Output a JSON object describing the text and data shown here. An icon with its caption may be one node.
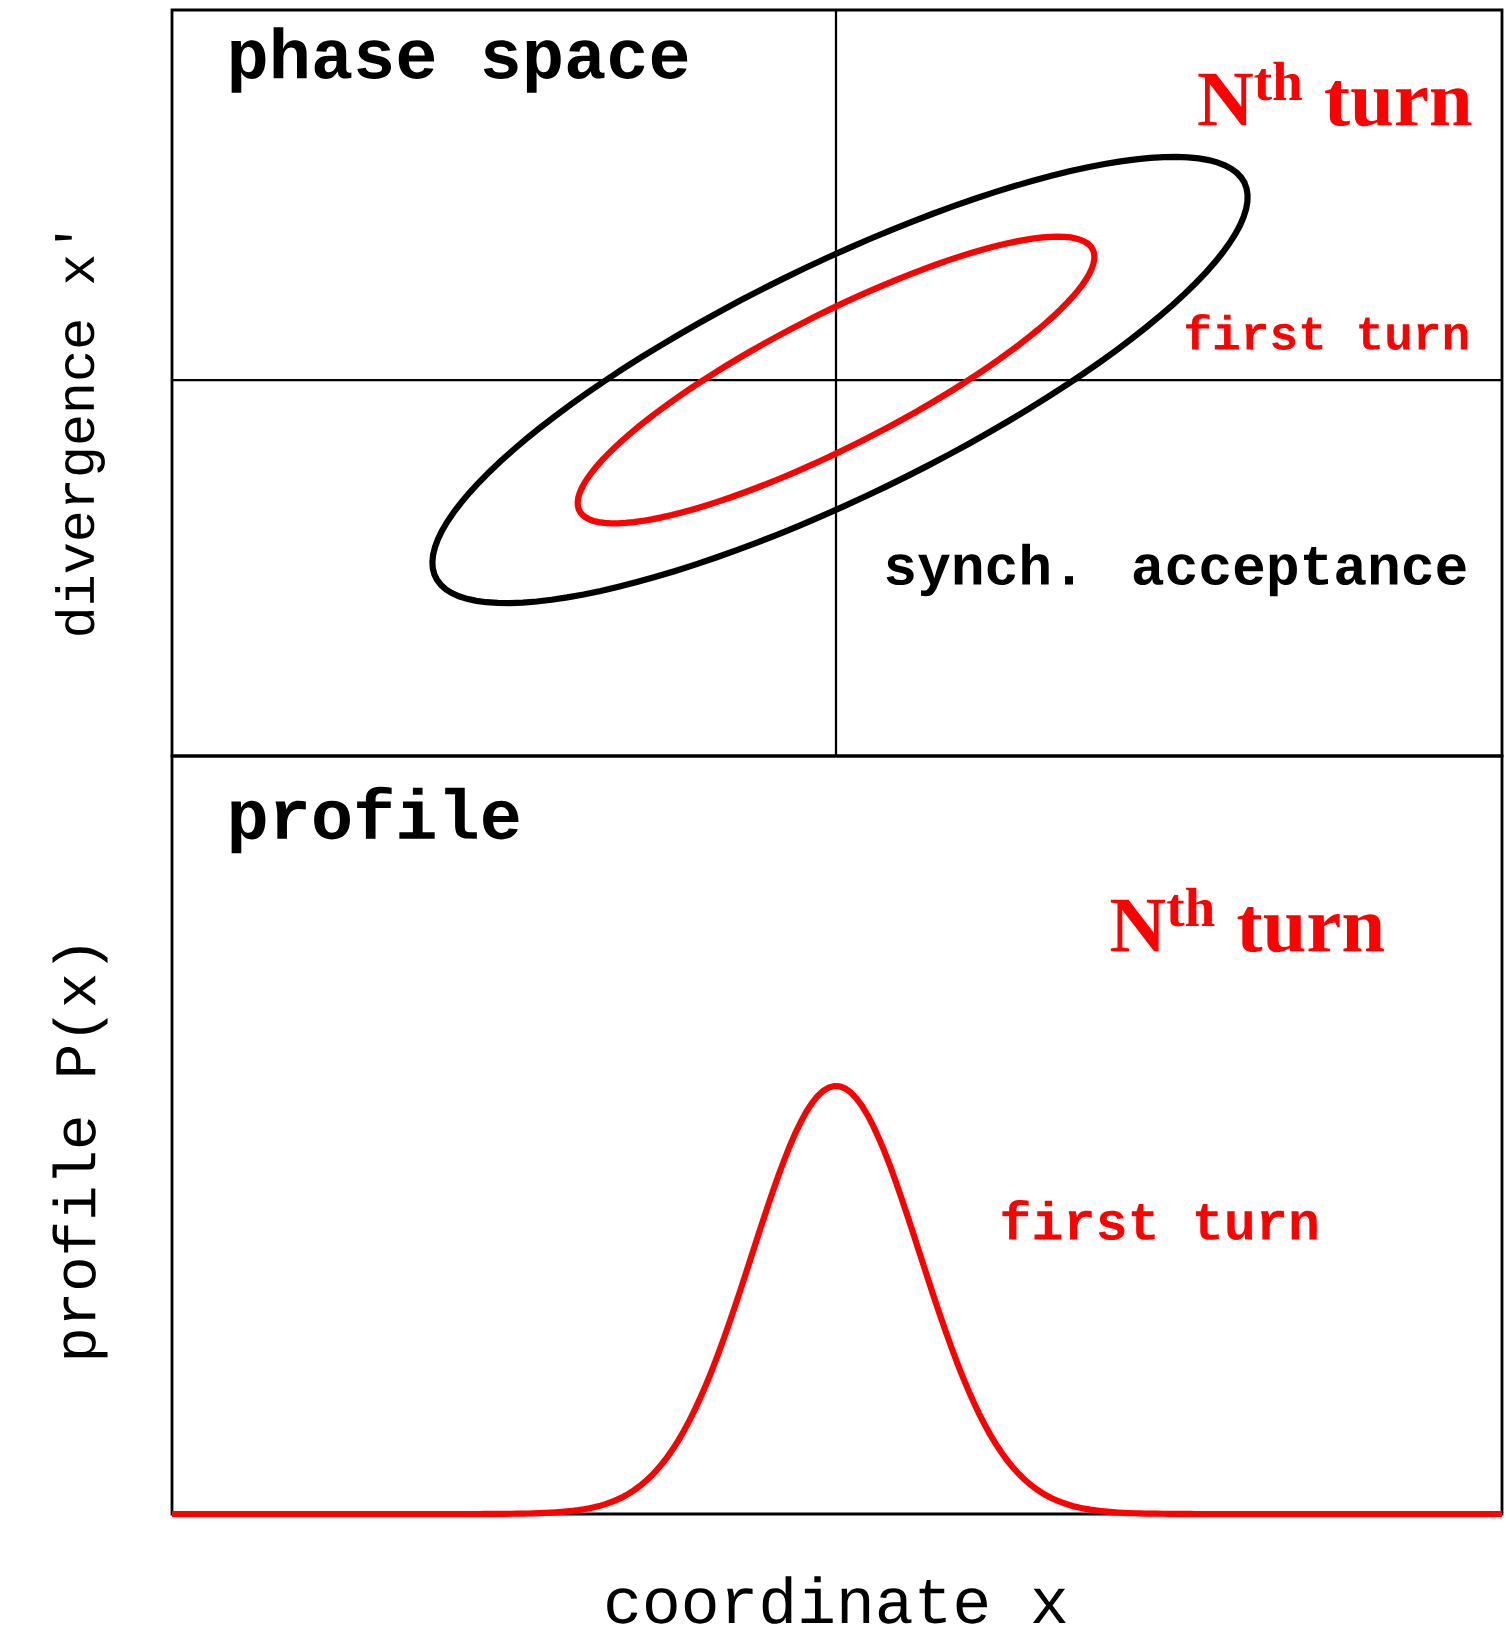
{
  "diagram": {
    "nodes": [
      {
        "text": [
          "phase space"
        ]
      },
      {
        "text": [
          "profile"
        ]
      }
    ],
    "labels": [
      "N$^{th}$ turn",
      "first turn",
      "synch. acceptance",
      "divergence x'",
      "N$^{th}$ turn",
      "first turn",
      "profile P(x)",
      "coordinate x"
    ]
  }
}
